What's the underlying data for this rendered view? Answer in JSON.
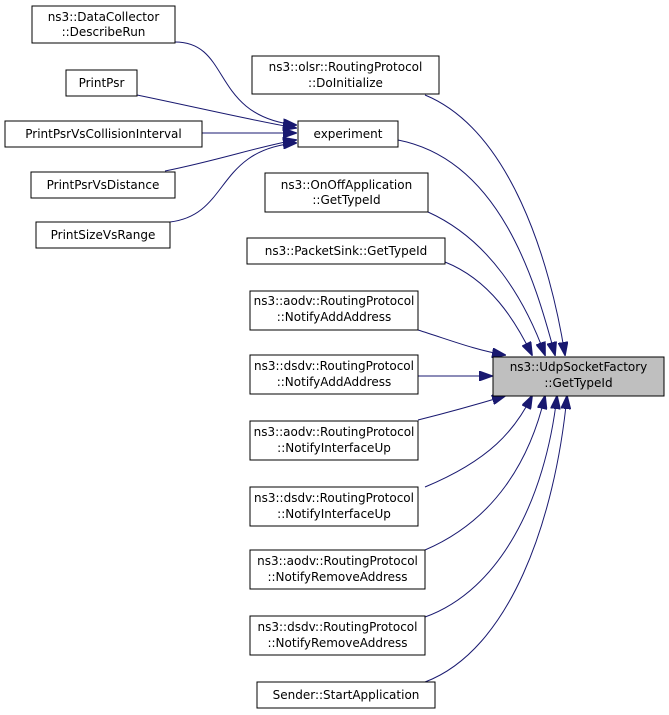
{
  "graph": {
    "colors": {
      "edge": "#191970",
      "node_fill": "#ffffff",
      "target_fill": "#bfbfbf",
      "border": "#000000"
    },
    "nodes": {
      "data_collector": {
        "lines": [
          "ns3::DataCollector",
          "::DescribeRun"
        ]
      },
      "print_psr": {
        "lines": [
          "PrintPsr"
        ]
      },
      "print_psr_collision": {
        "lines": [
          "PrintPsrVsCollisionInterval"
        ]
      },
      "print_psr_distance": {
        "lines": [
          "PrintPsrVsDistance"
        ]
      },
      "print_size_range": {
        "lines": [
          "PrintSizeVsRange"
        ]
      },
      "experiment": {
        "lines": [
          "experiment"
        ]
      },
      "olsr_do_initialize": {
        "lines": [
          "ns3::olsr::RoutingProtocol",
          "::DoInitialize"
        ]
      },
      "onoff_get_type_id": {
        "lines": [
          "ns3::OnOffApplication",
          "::GetTypeId"
        ]
      },
      "packet_sink_get_type_id": {
        "lines": [
          "ns3::PacketSink::GetTypeId"
        ]
      },
      "aodv_notify_add_address": {
        "lines": [
          "ns3::aodv::RoutingProtocol",
          "::NotifyAddAddress"
        ]
      },
      "dsdv_notify_add_address": {
        "lines": [
          "ns3::dsdv::RoutingProtocol",
          "::NotifyAddAddress"
        ]
      },
      "aodv_notify_interface_up": {
        "lines": [
          "ns3::aodv::RoutingProtocol",
          "::NotifyInterfaceUp"
        ]
      },
      "dsdv_notify_interface_up": {
        "lines": [
          "ns3::dsdv::RoutingProtocol",
          "::NotifyInterfaceUp"
        ]
      },
      "aodv_notify_remove_address": {
        "lines": [
          "ns3::aodv::RoutingProtocol",
          "::NotifyRemoveAddress"
        ]
      },
      "dsdv_notify_remove_address": {
        "lines": [
          "ns3::dsdv::RoutingProtocol",
          "::NotifyRemoveAddress"
        ]
      },
      "sender_start_application": {
        "lines": [
          "Sender::StartApplication"
        ]
      },
      "udp_socket_factory_get_type_id": {
        "lines": [
          "ns3::UdpSocketFactory",
          "::GetTypeId"
        ]
      }
    },
    "edges": [
      {
        "from": "data_collector",
        "to": "experiment"
      },
      {
        "from": "print_psr",
        "to": "experiment"
      },
      {
        "from": "print_psr_collision",
        "to": "experiment"
      },
      {
        "from": "print_psr_distance",
        "to": "experiment"
      },
      {
        "from": "print_size_range",
        "to": "experiment"
      },
      {
        "from": "olsr_do_initialize",
        "to": "udp_socket_factory_get_type_id"
      },
      {
        "from": "experiment",
        "to": "udp_socket_factory_get_type_id"
      },
      {
        "from": "onoff_get_type_id",
        "to": "udp_socket_factory_get_type_id"
      },
      {
        "from": "packet_sink_get_type_id",
        "to": "udp_socket_factory_get_type_id"
      },
      {
        "from": "aodv_notify_add_address",
        "to": "udp_socket_factory_get_type_id"
      },
      {
        "from": "dsdv_notify_add_address",
        "to": "udp_socket_factory_get_type_id"
      },
      {
        "from": "aodv_notify_interface_up",
        "to": "udp_socket_factory_get_type_id"
      },
      {
        "from": "dsdv_notify_interface_up",
        "to": "udp_socket_factory_get_type_id"
      },
      {
        "from": "aodv_notify_remove_address",
        "to": "udp_socket_factory_get_type_id"
      },
      {
        "from": "dsdv_notify_remove_address",
        "to": "udp_socket_factory_get_type_id"
      },
      {
        "from": "sender_start_application",
        "to": "udp_socket_factory_get_type_id"
      }
    ]
  }
}
